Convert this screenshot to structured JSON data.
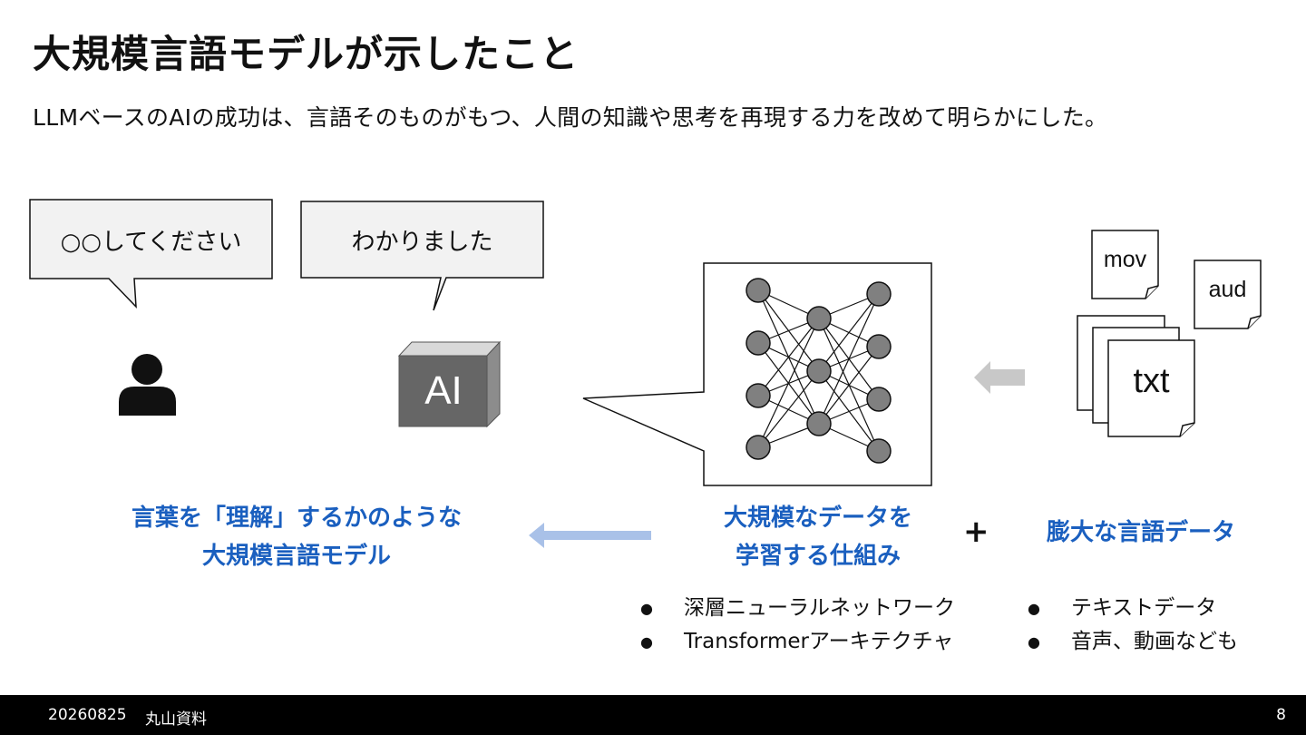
{
  "title": "大規模言語モデルが示したこと",
  "subtitle": "LLMベースのAIの成功は、言語そのものがもつ、人間の知識や思考を再現する力を改めて明らかにした。",
  "bubbles": {
    "user": "○○してください",
    "ai": "わかりました"
  },
  "ai_box_label": "AI",
  "docs": {
    "mov": "mov",
    "aud": "aud",
    "txt": "txt"
  },
  "labels": {
    "llm_line1": "言葉を「理解」するかのような",
    "llm_line2": "大規模言語モデル",
    "learning_line1": "大規模なデータを",
    "learning_line2": "学習する仕組み",
    "plus": "+",
    "data": "膨大な言語データ"
  },
  "bullets_learning": [
    "深層ニューラルネットワーク",
    "Transformerアーキテクチャ"
  ],
  "bullets_data": [
    "テキストデータ",
    "音声、動画なども"
  ],
  "footer": {
    "date": "20260825",
    "author": "丸山資料",
    "page": "8"
  },
  "colors": {
    "accent_blue": "#1a5fbf",
    "arrow_light_blue": "#a9c1e8",
    "arrow_gray": "#c8c8c8",
    "ai_box": "#666666",
    "node": "#808080"
  }
}
